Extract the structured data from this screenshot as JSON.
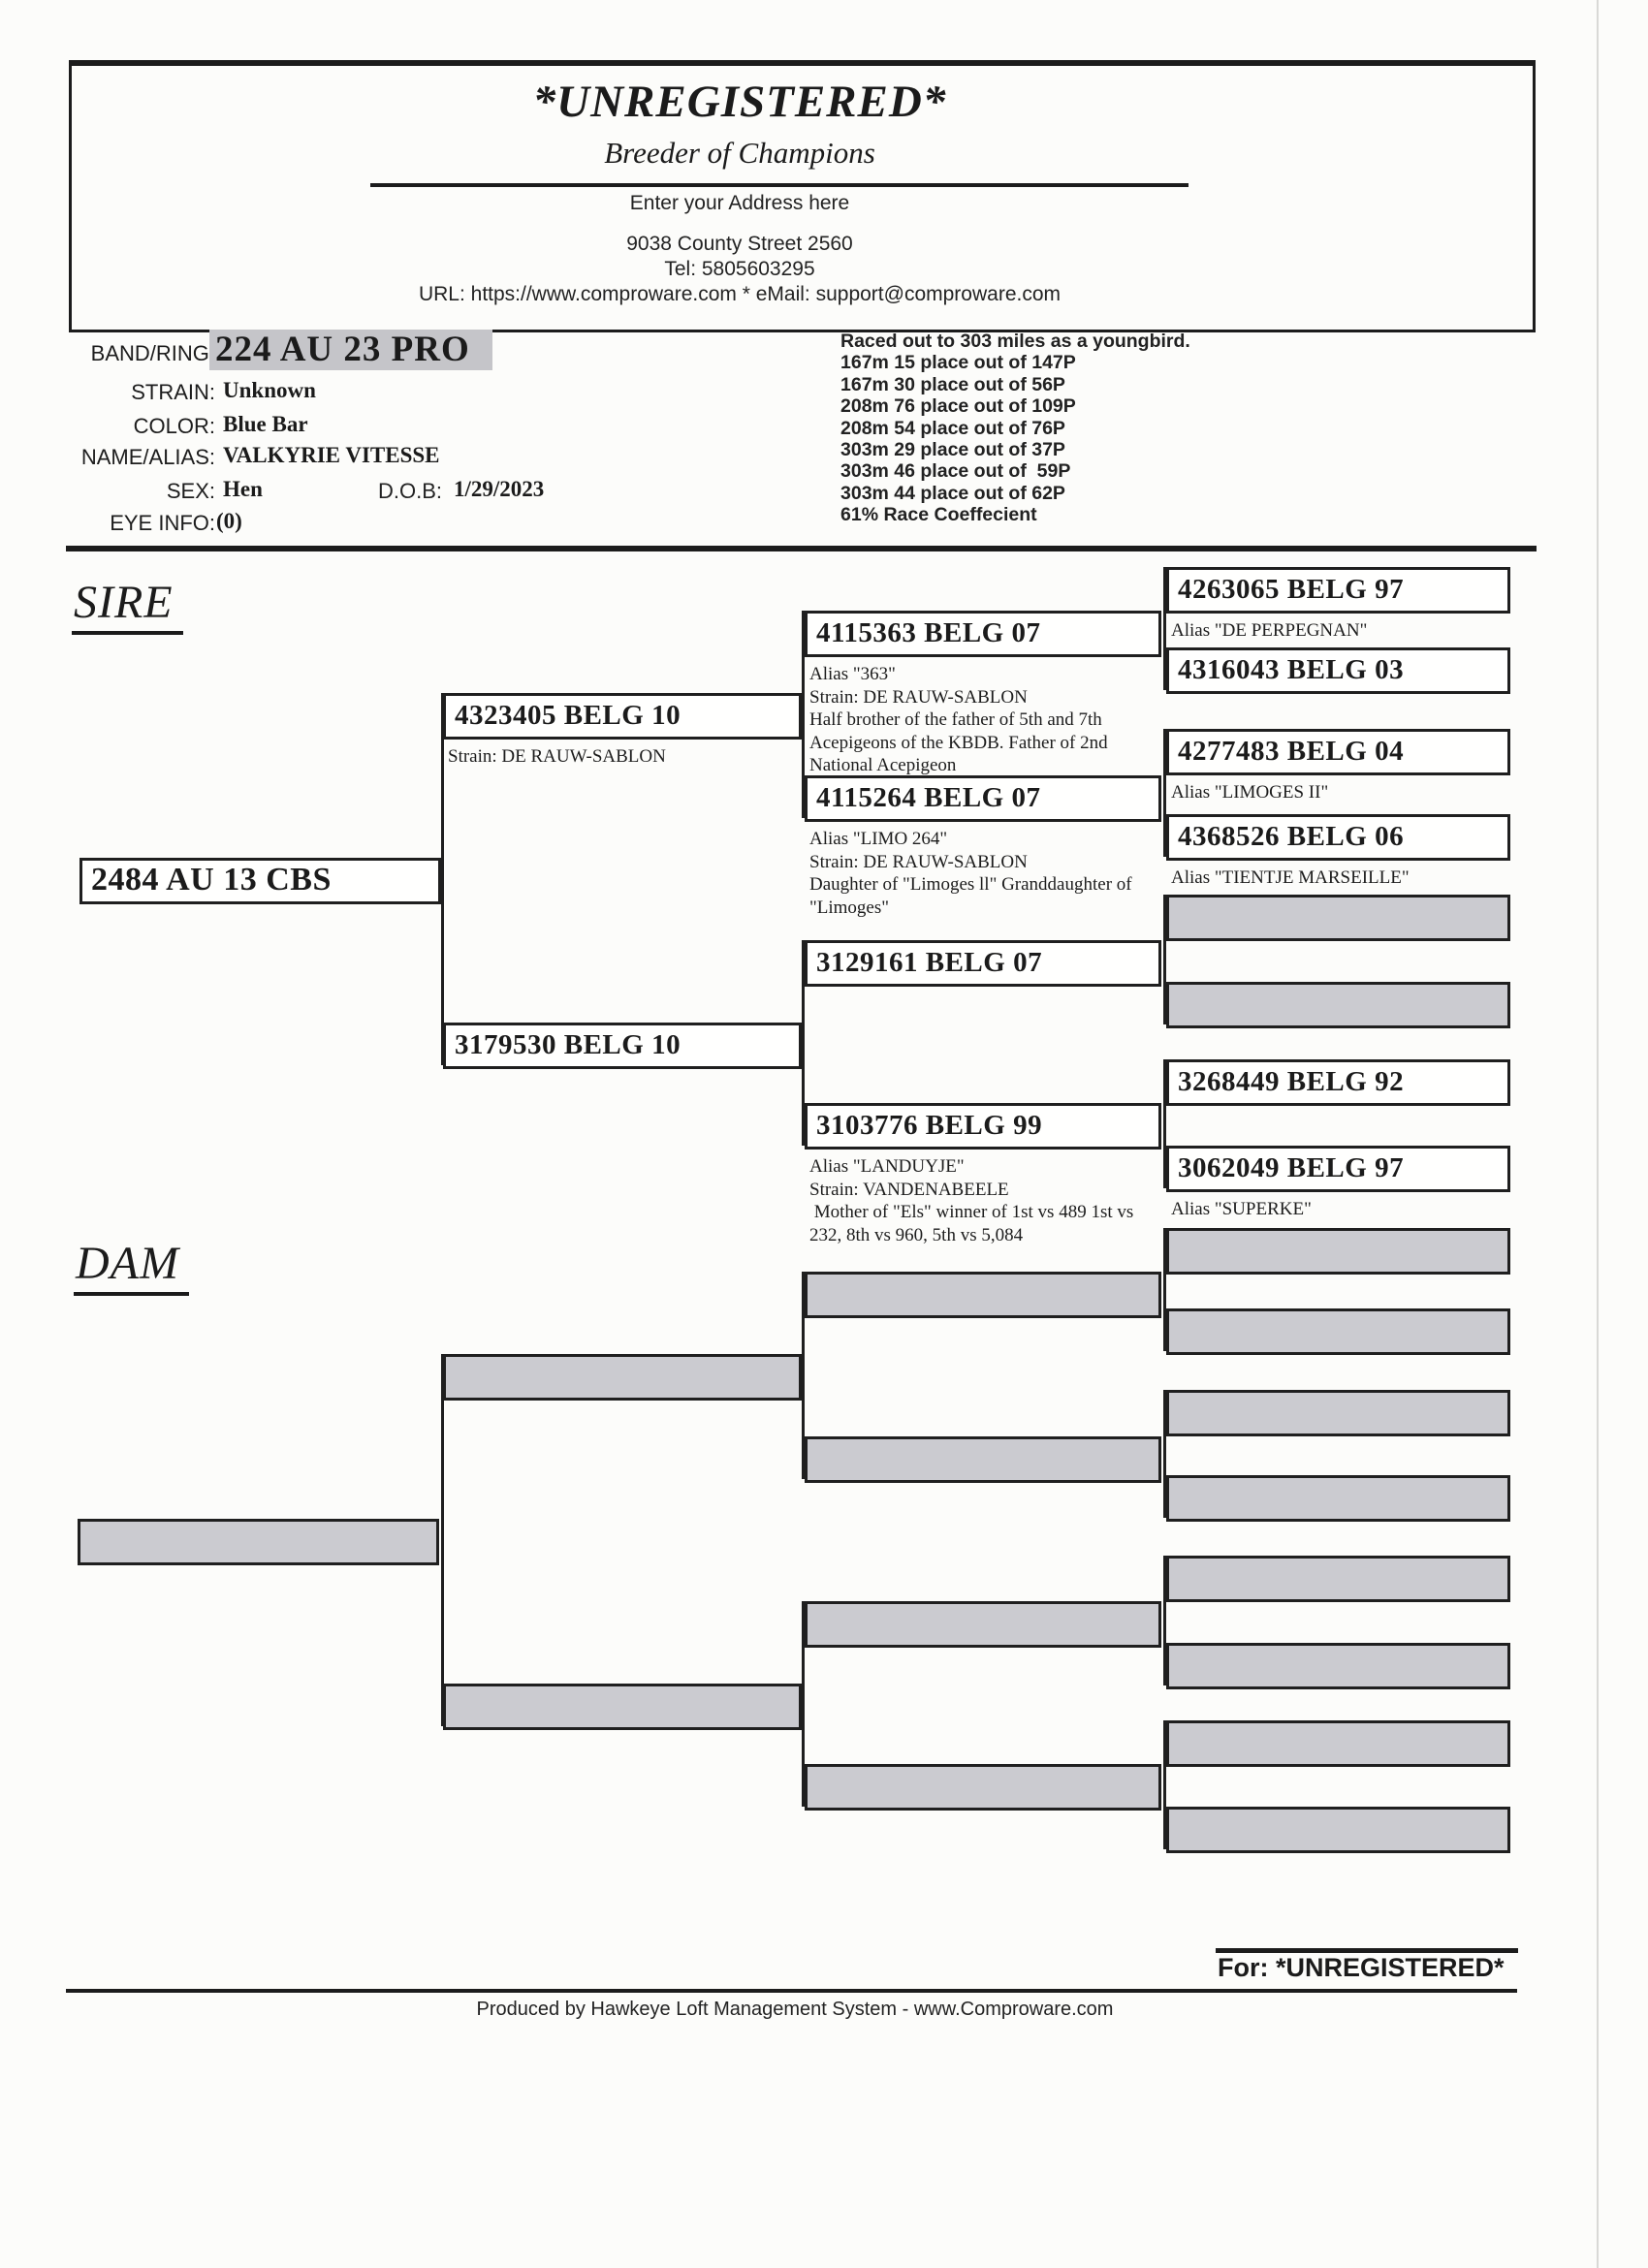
{
  "letterhead": {
    "title": "*UNREGISTERED*",
    "subtitle": "Breeder of Champions",
    "address_placeholder": "Enter your Address here",
    "address": "9038 County Street 2560",
    "tel": "Tel: 5805603295",
    "url_email": "URL: https://www.comproware.com * eMail: support@comproware.com"
  },
  "bird": {
    "band_label": "BAND/RING:",
    "band": "224 AU 23 PRO",
    "strain_label": "STRAIN:",
    "strain": "Unknown",
    "color_label": "COLOR:",
    "color": "Blue Bar",
    "name_label": "NAME/ALIAS:",
    "name": "VALKYRIE VITESSE",
    "sex_label": "SEX:",
    "sex": "Hen",
    "dob_label": "D.O.B:",
    "dob": "1/29/2023",
    "eye_label": "EYE INFO:",
    "eye": "(0)"
  },
  "race_info": {
    "lines": [
      "Raced out to 303 miles as a youngbird.",
      "167m 15 place out of 147P",
      "167m 30 place out of 56P",
      "208m 76 place out of 109P",
      "208m 54 place out of 76P",
      "303m 29 place out of 37P",
      "303m 46 place out of  59P",
      "303m 44 place out of 62P",
      "61% Race Coeffecient"
    ]
  },
  "pedigree": {
    "sire_heading": "SIRE",
    "dam_heading": "DAM",
    "gen1": [
      {
        "band": "2484 AU 13 CBS",
        "details": ""
      },
      {
        "band": "",
        "details": ""
      }
    ],
    "gen2": [
      {
        "band": "4323405 BELG 10",
        "details": "Strain: DE RAUW-SABLON"
      },
      {
        "band": "3179530 BELG 10",
        "details": ""
      },
      {
        "band": "",
        "details": ""
      },
      {
        "band": "",
        "details": ""
      }
    ],
    "gen3": [
      {
        "band": "4115363 BELG 07",
        "details": "Alias \"363\"\nStrain: DE RAUW-SABLON\nHalf brother of the father of 5th and 7th\nAcepigeons of the KBDB. Father of 2nd\nNational Acepigeon"
      },
      {
        "band": "4115264 BELG 07",
        "details": "Alias \"LIMO 264\"\nStrain: DE RAUW-SABLON\nDaughter of \"Limoges ll\" Granddaughter of\n\"Limoges\""
      },
      {
        "band": "3129161 BELG 07",
        "details": ""
      },
      {
        "band": "3103776 BELG 99",
        "details": "Alias \"LANDUYJE\"\nStrain: VANDENABEELE\n Mother of \"Els\" winner of 1st vs 489 1st vs\n232, 8th vs 960, 5th vs 5,084"
      },
      {
        "band": "",
        "details": ""
      },
      {
        "band": "",
        "details": ""
      },
      {
        "band": "",
        "details": ""
      },
      {
        "band": "",
        "details": ""
      }
    ],
    "gen4": [
      {
        "band": "4263065 BELG 97",
        "details": "Alias \"DE PERPEGNAN\""
      },
      {
        "band": "4316043 BELG 03",
        "details": ""
      },
      {
        "band": "4277483 BELG 04",
        "details": "Alias \"LIMOGES II\""
      },
      {
        "band": "4368526 BELG 06",
        "details": "Alias \"TIENTJE MARSEILLE\""
      },
      {
        "band": "",
        "details": ""
      },
      {
        "band": "",
        "details": ""
      },
      {
        "band": "3268449 BELG 92",
        "details": ""
      },
      {
        "band": "3062049 BELG 97",
        "details": "Alias \"SUPERKE\""
      },
      {
        "band": "",
        "details": ""
      },
      {
        "band": "",
        "details": ""
      },
      {
        "band": "",
        "details": ""
      },
      {
        "band": "",
        "details": ""
      },
      {
        "band": "",
        "details": ""
      },
      {
        "band": "",
        "details": ""
      },
      {
        "band": "",
        "details": ""
      },
      {
        "band": "",
        "details": ""
      }
    ]
  },
  "footer": {
    "for_line": "For: *UNREGISTERED*",
    "produced_by": "Produced by Hawkeye Loft Management System - www.Comproware.com"
  }
}
